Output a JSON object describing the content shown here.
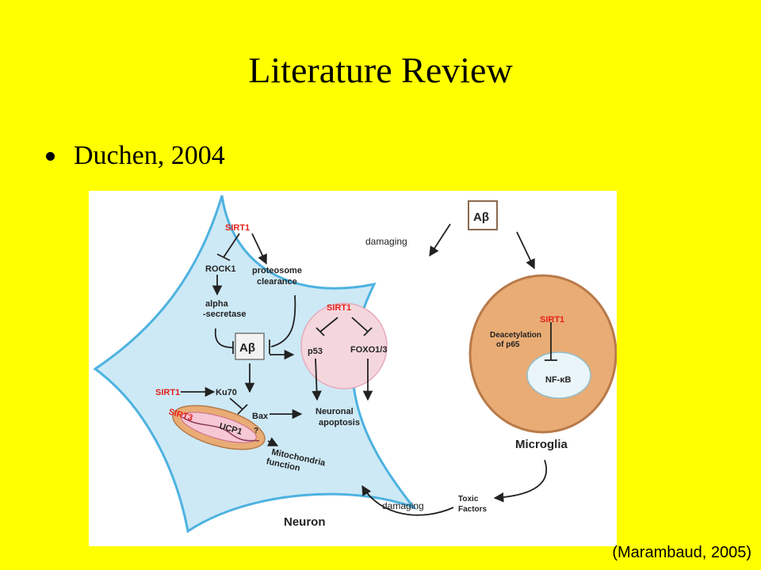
{
  "slide": {
    "title": "Literature Review",
    "bullet": "Duchen, 2004",
    "citation": "(Marambaud, 2005)"
  },
  "diagram": {
    "sirt1_top": "SIRT1",
    "rock1": "ROCK1",
    "proteosome": [
      "proteosome",
      "clearance"
    ],
    "alpha_secretase": [
      "alpha",
      "-secretase"
    ],
    "abeta_neuron": "Aβ",
    "sirt1_nucleus": "SIRT1",
    "p53": "p53",
    "foxo": "FOXO1/3",
    "sirt1_ku": "SIRT1",
    "ku70": "Ku70",
    "bax": "Bax",
    "sirt3": "SIRT3",
    "ucp1": "UCP1",
    "question": "?",
    "apoptosis": [
      "Neuronal",
      "apoptosis"
    ],
    "mitochondria": [
      "Mitochondria",
      "function"
    ],
    "neuron_label": "Neuron",
    "abeta_box": "Aβ",
    "damaging_top": "damaging",
    "sirt1_microglia": "SIRT1",
    "deacetylation": [
      "Deacetylation",
      "of p65"
    ],
    "nfkb": "NF-κB",
    "microglia_label": "Microglia",
    "toxic": [
      "Toxic",
      "Factors"
    ],
    "damaging_bottom": "damaging"
  },
  "colors": {
    "background": "#FFFF00",
    "neuron_fill": "#cde9f6",
    "neuron_stroke": "#4db2e0",
    "microglia_fill": "#e9ac75",
    "sirt_red": "#e2201b"
  }
}
